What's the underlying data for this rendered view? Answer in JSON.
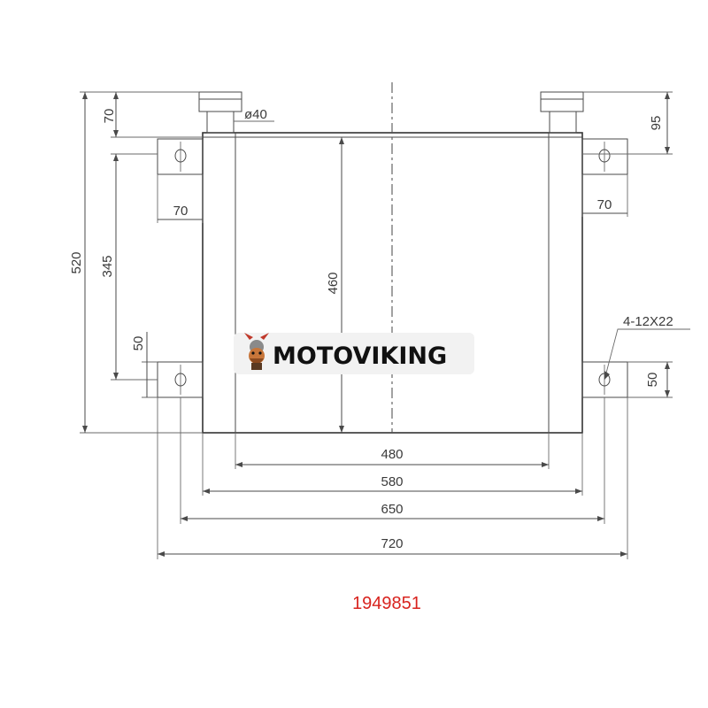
{
  "drawing": {
    "dimensions": {
      "top_offset_left": "70",
      "pipe_diameter": "ø40",
      "top_offset_right": "95",
      "bracket_width_left": "70",
      "bracket_width_right": "70",
      "overall_height": "520",
      "mount_spacing_vertical": "345",
      "core_height": "460",
      "bracket_height_left": "50",
      "bracket_height_right": "50",
      "hole_spec": "4-12X22",
      "core_width": "480",
      "frame_width": "580",
      "mount_spacing_horizontal": "650",
      "overall_width": "720"
    }
  },
  "watermark": {
    "brand": "MOTOVIKING",
    "icon": "viking-mascot-icon"
  },
  "part_number": "1949851",
  "colors": {
    "part_number": "#d8231e",
    "lines": "#4a4a4a",
    "watermark_bg": "#f2f2f2"
  }
}
